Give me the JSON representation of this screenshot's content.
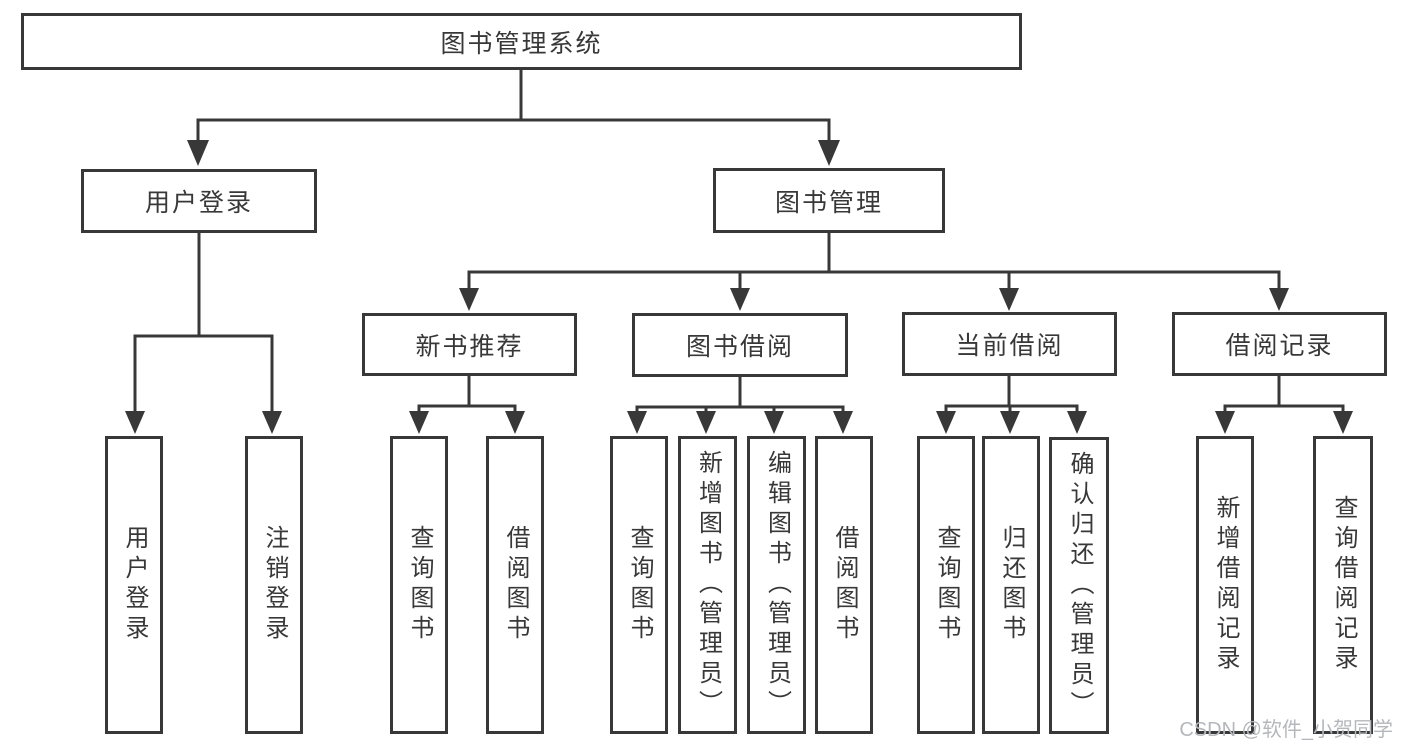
{
  "diagram": {
    "title": "图书管理系统",
    "level2": [
      {
        "label": "用户登录",
        "parent": "图书管理系统"
      },
      {
        "label": "图书管理",
        "parent": "图书管理系统"
      }
    ],
    "level3": [
      {
        "label": "新书推荐",
        "parent": "图书管理"
      },
      {
        "label": "图书借阅",
        "parent": "图书管理"
      },
      {
        "label": "当前借阅",
        "parent": "图书管理"
      },
      {
        "label": "借阅记录",
        "parent": "图书管理"
      }
    ],
    "leaves": [
      {
        "label": "用户登录",
        "parent": "用户登录"
      },
      {
        "label": "注销登录",
        "parent": "用户登录"
      },
      {
        "label": "查询图书",
        "parent": "新书推荐"
      },
      {
        "label": "借阅图书",
        "parent": "新书推荐"
      },
      {
        "label": "查询图书",
        "parent": "图书借阅"
      },
      {
        "label": "新增图书（管理员）",
        "parent": "图书借阅"
      },
      {
        "label": "编辑图书（管理员）",
        "parent": "图书借阅"
      },
      {
        "label": "借阅图书",
        "parent": "图书借阅"
      },
      {
        "label": "查询图书",
        "parent": "当前借阅"
      },
      {
        "label": "归还图书",
        "parent": "当前借阅"
      },
      {
        "label": "确认归还（管理员）",
        "parent": "当前借阅"
      },
      {
        "label": "新增借阅记录",
        "parent": "借阅记录"
      },
      {
        "label": "查询借阅记录",
        "parent": "借阅记录"
      }
    ]
  },
  "watermark": {
    "text": "CSDN @软件_小贺同学"
  },
  "colors": {
    "line": "#383838",
    "border": "#383838",
    "text": "#383838",
    "watermark": "#b4b8bc",
    "background": "#ffffff"
  }
}
